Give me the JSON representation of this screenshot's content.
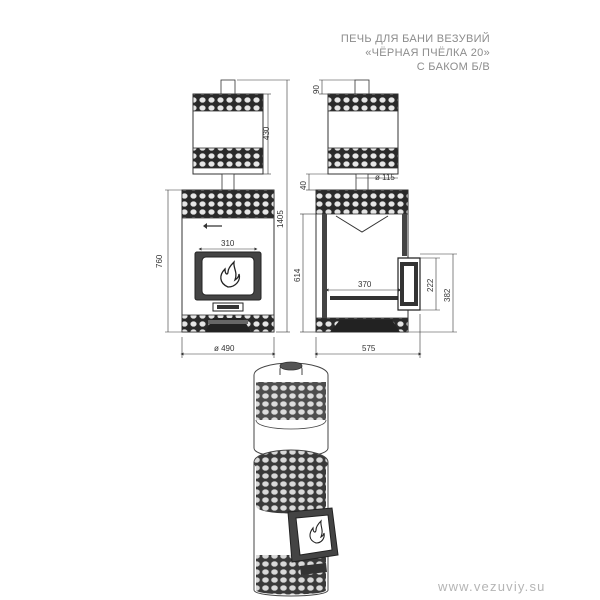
{
  "title": {
    "line1": "ПЕЧЬ ДЛЯ БАНИ  ВЕЗУВИЙ",
    "line2": "«ЧЁРНАЯ ПЧЁЛКА 20»",
    "line3": "С БАКОМ Б/В"
  },
  "website": "www.vezuviy.su",
  "dimensions": {
    "tank_height": "430",
    "total_height": "1405",
    "stove_height": "760",
    "door_width": "310",
    "diameter": "ø 490",
    "pipe_height": "90",
    "gap": "40",
    "pipe_diameter": "ø 115",
    "firebox_height": "614",
    "firebox_depth": "370",
    "door_height": "222",
    "door_top": "382",
    "depth": "575"
  }
}
